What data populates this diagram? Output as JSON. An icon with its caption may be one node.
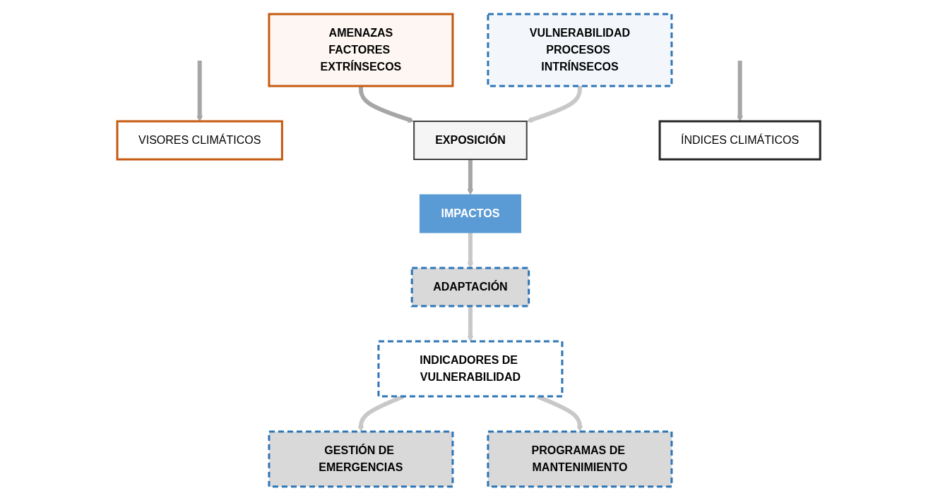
{
  "diagram": {
    "nodes": [
      {
        "text": [
          "AMENAZAS",
          "FACTORES EXTRÍNSECOS"
        ]
      },
      {
        "text": [
          "VULNERABILIDAD",
          "PROCESOS INTRÍNSECOS"
        ]
      },
      {
        "text": [
          "VISORES CLIMÁTICOS"
        ]
      },
      {
        "text": [
          "EXPOSICIÓN"
        ]
      },
      {
        "text": [
          "ÍNDICES CLIMÁTICOS"
        ]
      },
      {
        "text": [
          "IMPACTOS"
        ]
      },
      {
        "text": [
          "ADAPTACIÓN"
        ]
      },
      {
        "text": [
          "INDICADORES DE VULNERABILIDAD"
        ]
      },
      {
        "text": [
          "GESTIÓN DE EMERGENCIAS"
        ]
      },
      {
        "text": [
          "PROGRAMAS DE MANTENIMIENTO"
        ]
      }
    ],
    "edges": [
      {
        "from": 0,
        "to": 3,
        "arrow": "to",
        "color": "#a6a6a6"
      },
      {
        "from": 1,
        "to": 3,
        "arrow": "to"
      },
      {
        "from": null,
        "to": 2,
        "arrow": "to",
        "color": "#a6a6a6"
      },
      {
        "from": 3,
        "to": 5,
        "arrow": "to",
        "color": "#a6a6a6"
      },
      {
        "from": null,
        "to": 4,
        "arrow": "to",
        "color": "#a6a6a6"
      },
      {
        "from": 5,
        "to": 6,
        "arrow": "to"
      },
      {
        "from": 6,
        "to": 7,
        "arrow": "to"
      },
      {
        "from": 7,
        "to": 8,
        "arrow": "to"
      },
      {
        "from": 7,
        "to": 9,
        "arrow": "to"
      }
    ]
  }
}
